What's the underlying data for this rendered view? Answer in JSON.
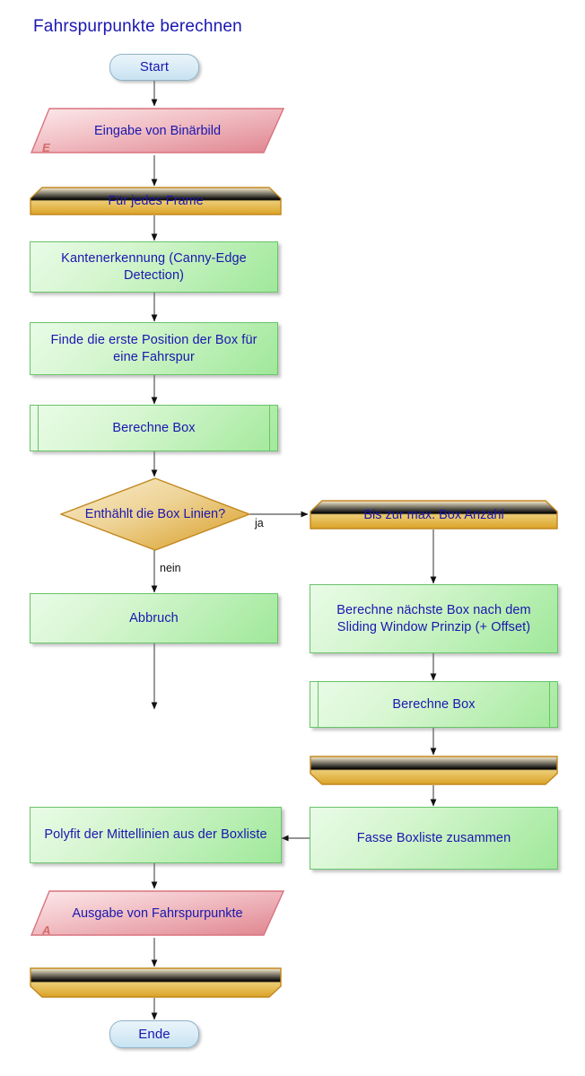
{
  "diagram": {
    "title": "Fahrspurpunkte berechnen",
    "title_color": "#1a17b0",
    "background": "#ffffff",
    "colors": {
      "text": "#1a17b0",
      "process_fill": "#9fe89a",
      "process_border": "#69c36a",
      "io_fill": "#e58f96",
      "io_border": "#d9737f",
      "loop_fill": "#e0a92c",
      "loop_border": "#c2871d",
      "decision_fill": "#e0a92c",
      "decision_border": "#c2871d",
      "terminator_fill": "#c7e2f1",
      "terminator_border": "#8fb4c9",
      "connector": "#555555",
      "io_marker": "#d66a6a"
    },
    "nodes": {
      "start": {
        "label": "Start",
        "type": "terminator"
      },
      "input_binary": {
        "label": "Eingabe von Binärbild",
        "type": "io-input",
        "marker": "E"
      },
      "loop_frame_start": {
        "label": "Für jedes Frame",
        "type": "loop-start"
      },
      "canny": {
        "label": "Kantenerkennung (Canny-Edge Detection)",
        "type": "process"
      },
      "first_box_position": {
        "label": "Finde die erste Position der Box für eine Fahrspur",
        "type": "process"
      },
      "compute_box_1": {
        "label": "Berechne Box",
        "type": "subroutine"
      },
      "decision_lines": {
        "label": "Enthählt die Box Linien?",
        "type": "decision"
      },
      "abort": {
        "label": "Abbruch",
        "type": "process"
      },
      "loop_maxbox_start": {
        "label": "Bis zur max. Box Anzahl",
        "type": "loop-start"
      },
      "next_box": {
        "label": "Berechne nächste Box nach dem Sliding Window Prinzip (+ Offset)",
        "type": "process"
      },
      "compute_box_2": {
        "label": "Berechne Box",
        "type": "subroutine"
      },
      "loop_maxbox_end": {
        "label": "",
        "type": "loop-end"
      },
      "merge_boxlist": {
        "label": "Fasse Boxliste zusammen",
        "type": "process"
      },
      "polyfit": {
        "label": "Polyfit der Mittellinien aus der Boxliste",
        "type": "process"
      },
      "output_points": {
        "label": "Ausgabe von Fahrspurpunkte",
        "type": "io-output",
        "marker": "A"
      },
      "loop_frame_end": {
        "label": "",
        "type": "loop-end"
      },
      "ende": {
        "label": "Ende",
        "type": "terminator"
      }
    },
    "edge_labels": {
      "yes": "ja",
      "no": "nein"
    }
  }
}
